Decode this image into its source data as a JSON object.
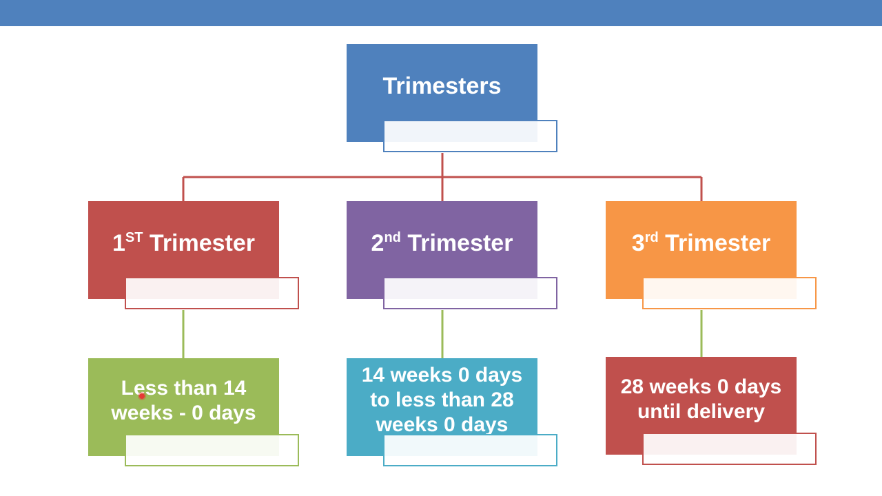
{
  "colors": {
    "top_bar": "#4f81bd",
    "root": "#4f81bd",
    "trimester1": "#c0504d",
    "trimester2": "#8064a2",
    "trimester3": "#f79646",
    "detail1": "#9bbb59",
    "detail2": "#4bacc6",
    "detail3": "#c0504d",
    "connector_top": "#c0504d",
    "connector_mid": "#9bbb59"
  },
  "root": {
    "label": "Trimesters"
  },
  "trimesters": [
    {
      "number": "1",
      "suffix": "ST",
      "word": "Trimester"
    },
    {
      "number": "2",
      "suffix": "nd",
      "word": "Trimester"
    },
    {
      "number": "3",
      "suffix": "rd",
      "word": "Trimester"
    }
  ],
  "details": [
    {
      "text": "Less than 14 weeks - 0 days"
    },
    {
      "text": "14 weeks 0 days to less than 28 weeks 0 days"
    },
    {
      "text": "28 weeks 0 days until delivery"
    }
  ]
}
